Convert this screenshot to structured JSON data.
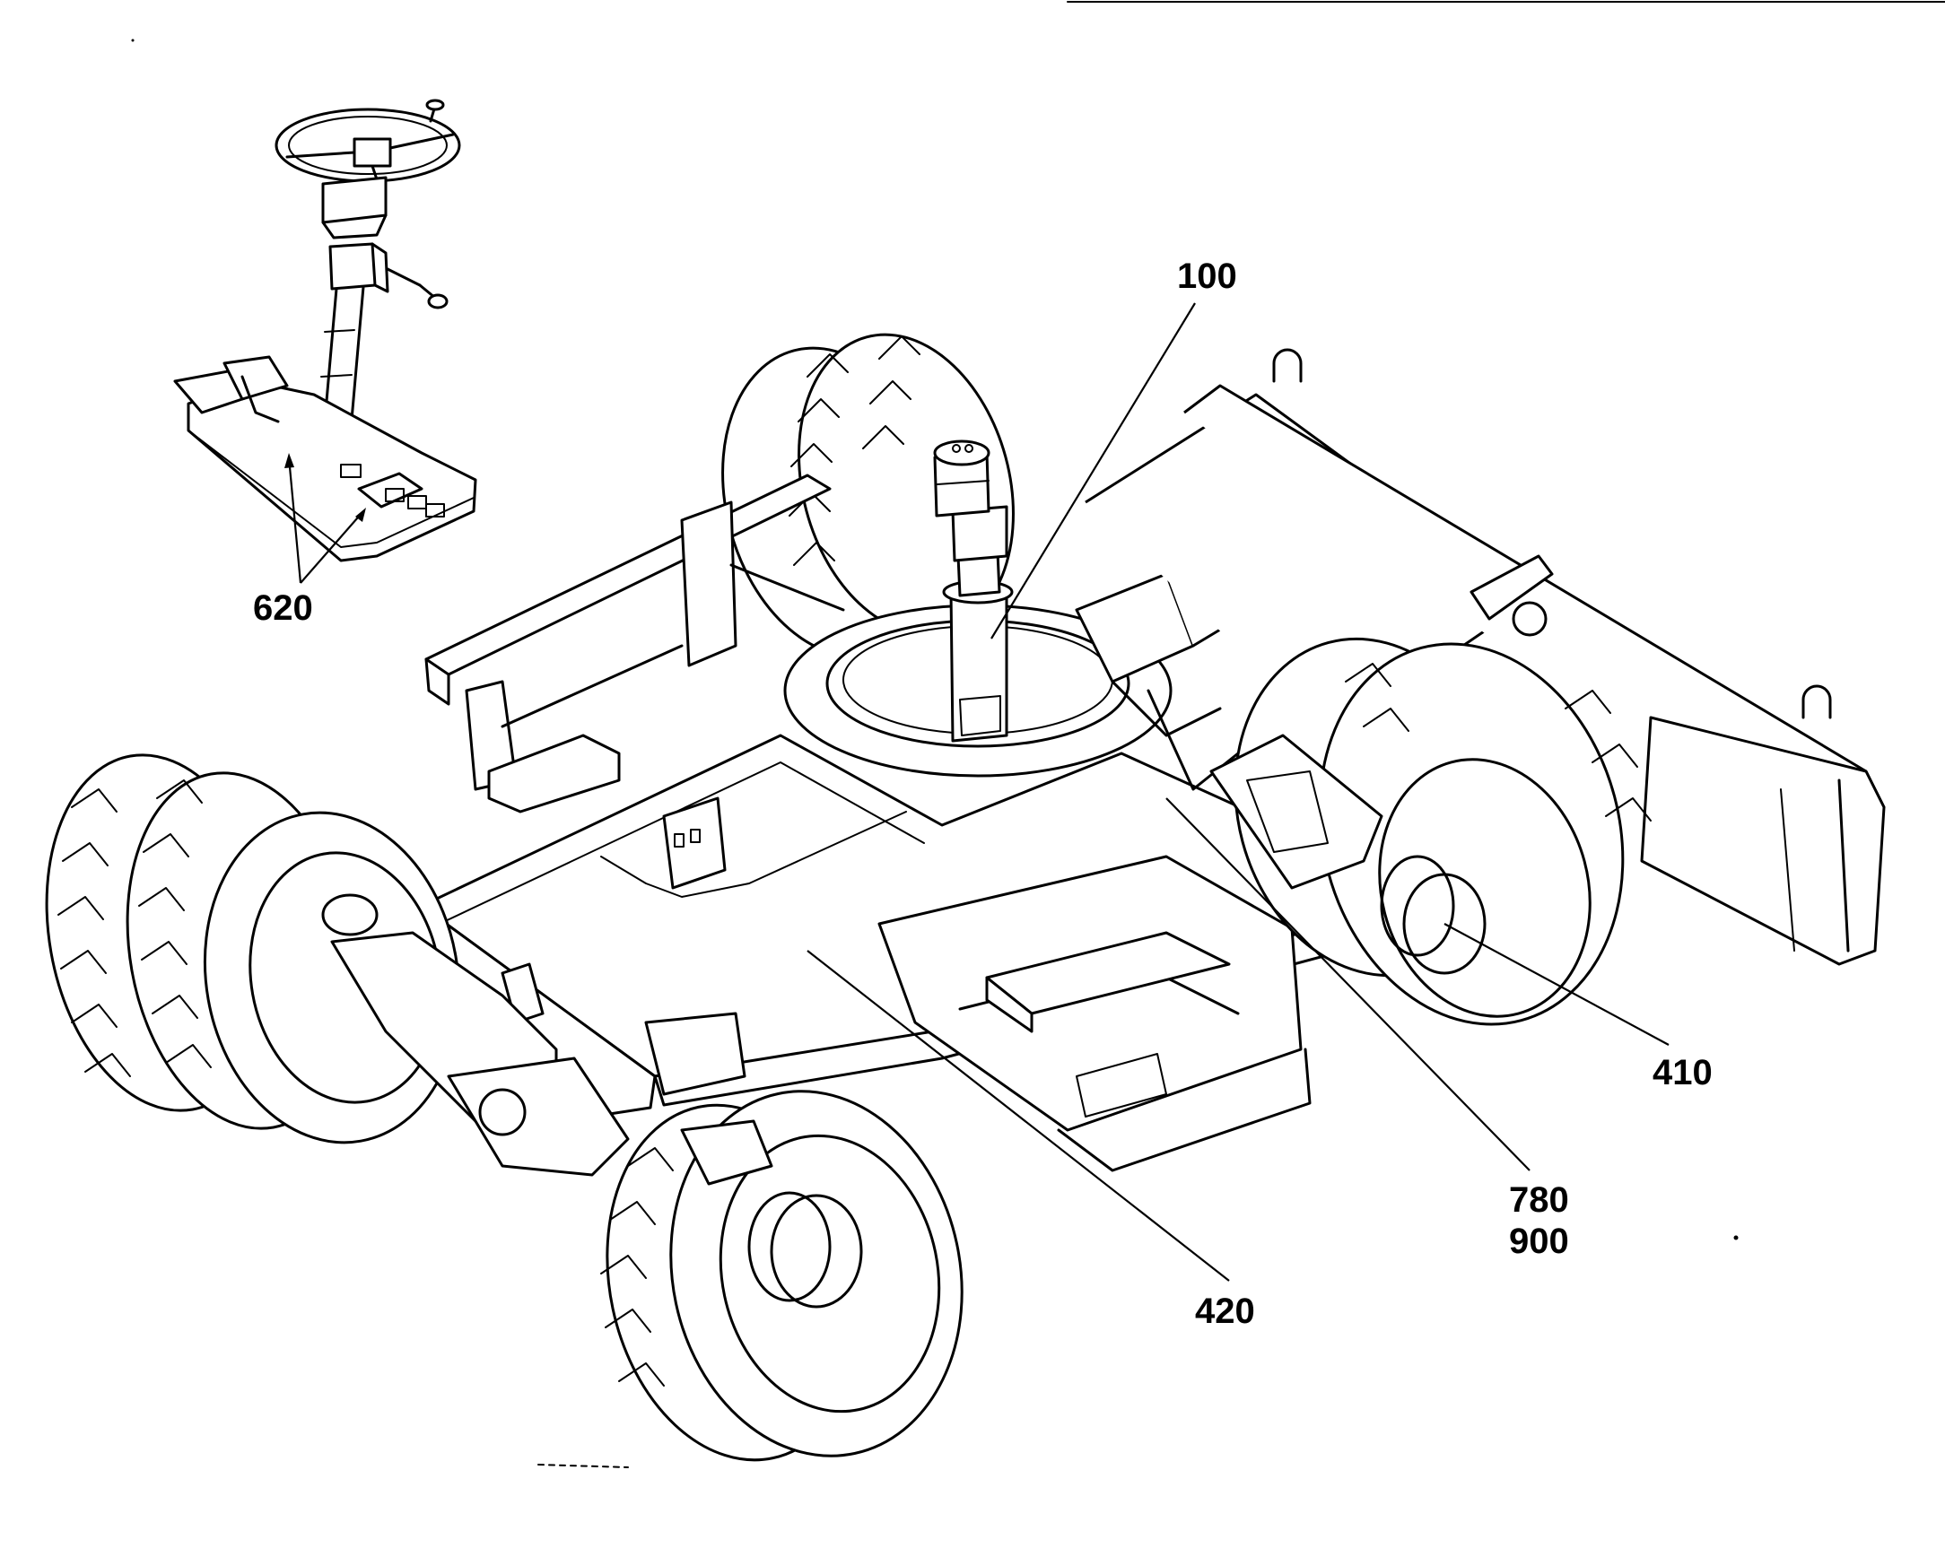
{
  "callouts": {
    "c100": "100",
    "c620": "620",
    "c410": "410",
    "c780": "780",
    "c900": "900",
    "c420": "420"
  }
}
